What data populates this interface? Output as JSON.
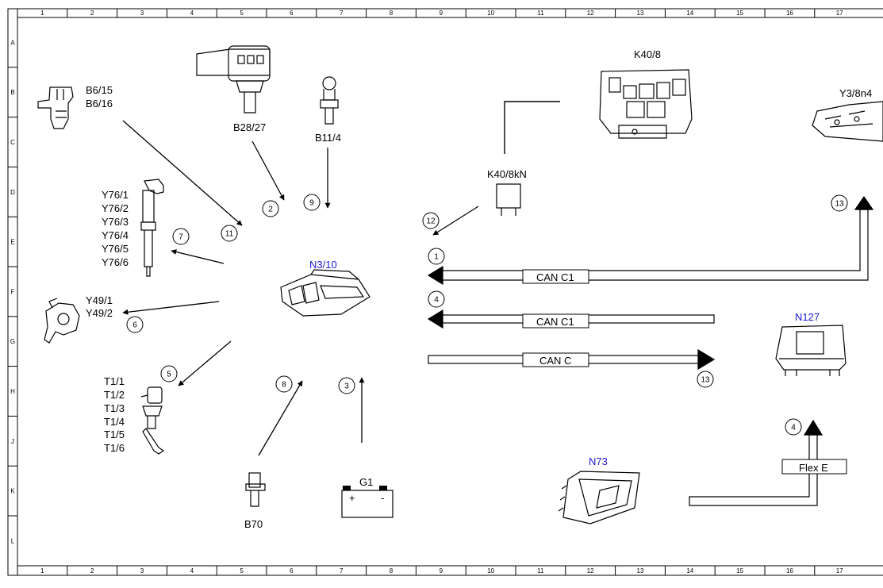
{
  "diagram": {
    "grid_columns": [
      "1",
      "2",
      "3",
      "4",
      "5",
      "6",
      "7",
      "8",
      "9",
      "10",
      "11",
      "12",
      "13",
      "14",
      "15",
      "16",
      "17"
    ],
    "grid_rows": [
      "A",
      "B",
      "C",
      "D",
      "E",
      "F",
      "G",
      "H",
      "J",
      "K",
      "L"
    ],
    "components": {
      "b6": [
        "B6/15",
        "B6/16"
      ],
      "b28": "B28/27",
      "b11": "B11/4",
      "k40_8": "K40/8",
      "k40_8kn": "K40/8kN",
      "y3": "Y3/8n4",
      "y76": [
        "Y76/1",
        "Y76/2",
        "Y76/3",
        "Y76/4",
        "Y76/5",
        "Y76/6"
      ],
      "y49": [
        "Y49/1",
        "Y49/2"
      ],
      "t1": [
        "T1/1",
        "T1/2",
        "T1/3",
        "T1/4",
        "T1/5",
        "T1/6"
      ],
      "n3": "N3/10",
      "n127": "N127",
      "n73": "N73",
      "b70": "B70",
      "g1": "G1",
      "g1_plus": "+",
      "g1_minus": "-"
    },
    "buses": {
      "can_c1_top": "CAN C1",
      "can_c1_mid": "CAN C1",
      "can_c": "CAN C",
      "flex_e": "Flex E"
    },
    "markers": {
      "m1": "1",
      "m2": "2",
      "m3": "3",
      "m4a": "4",
      "m4b": "4",
      "m5": "5",
      "m6": "6",
      "m7": "7",
      "m8": "8",
      "m9": "9",
      "m11": "11",
      "m12": "12",
      "m13a": "13",
      "m13b": "13"
    },
    "colors": {
      "line": "#000000",
      "highlight_label": "#1a1ad8"
    }
  }
}
